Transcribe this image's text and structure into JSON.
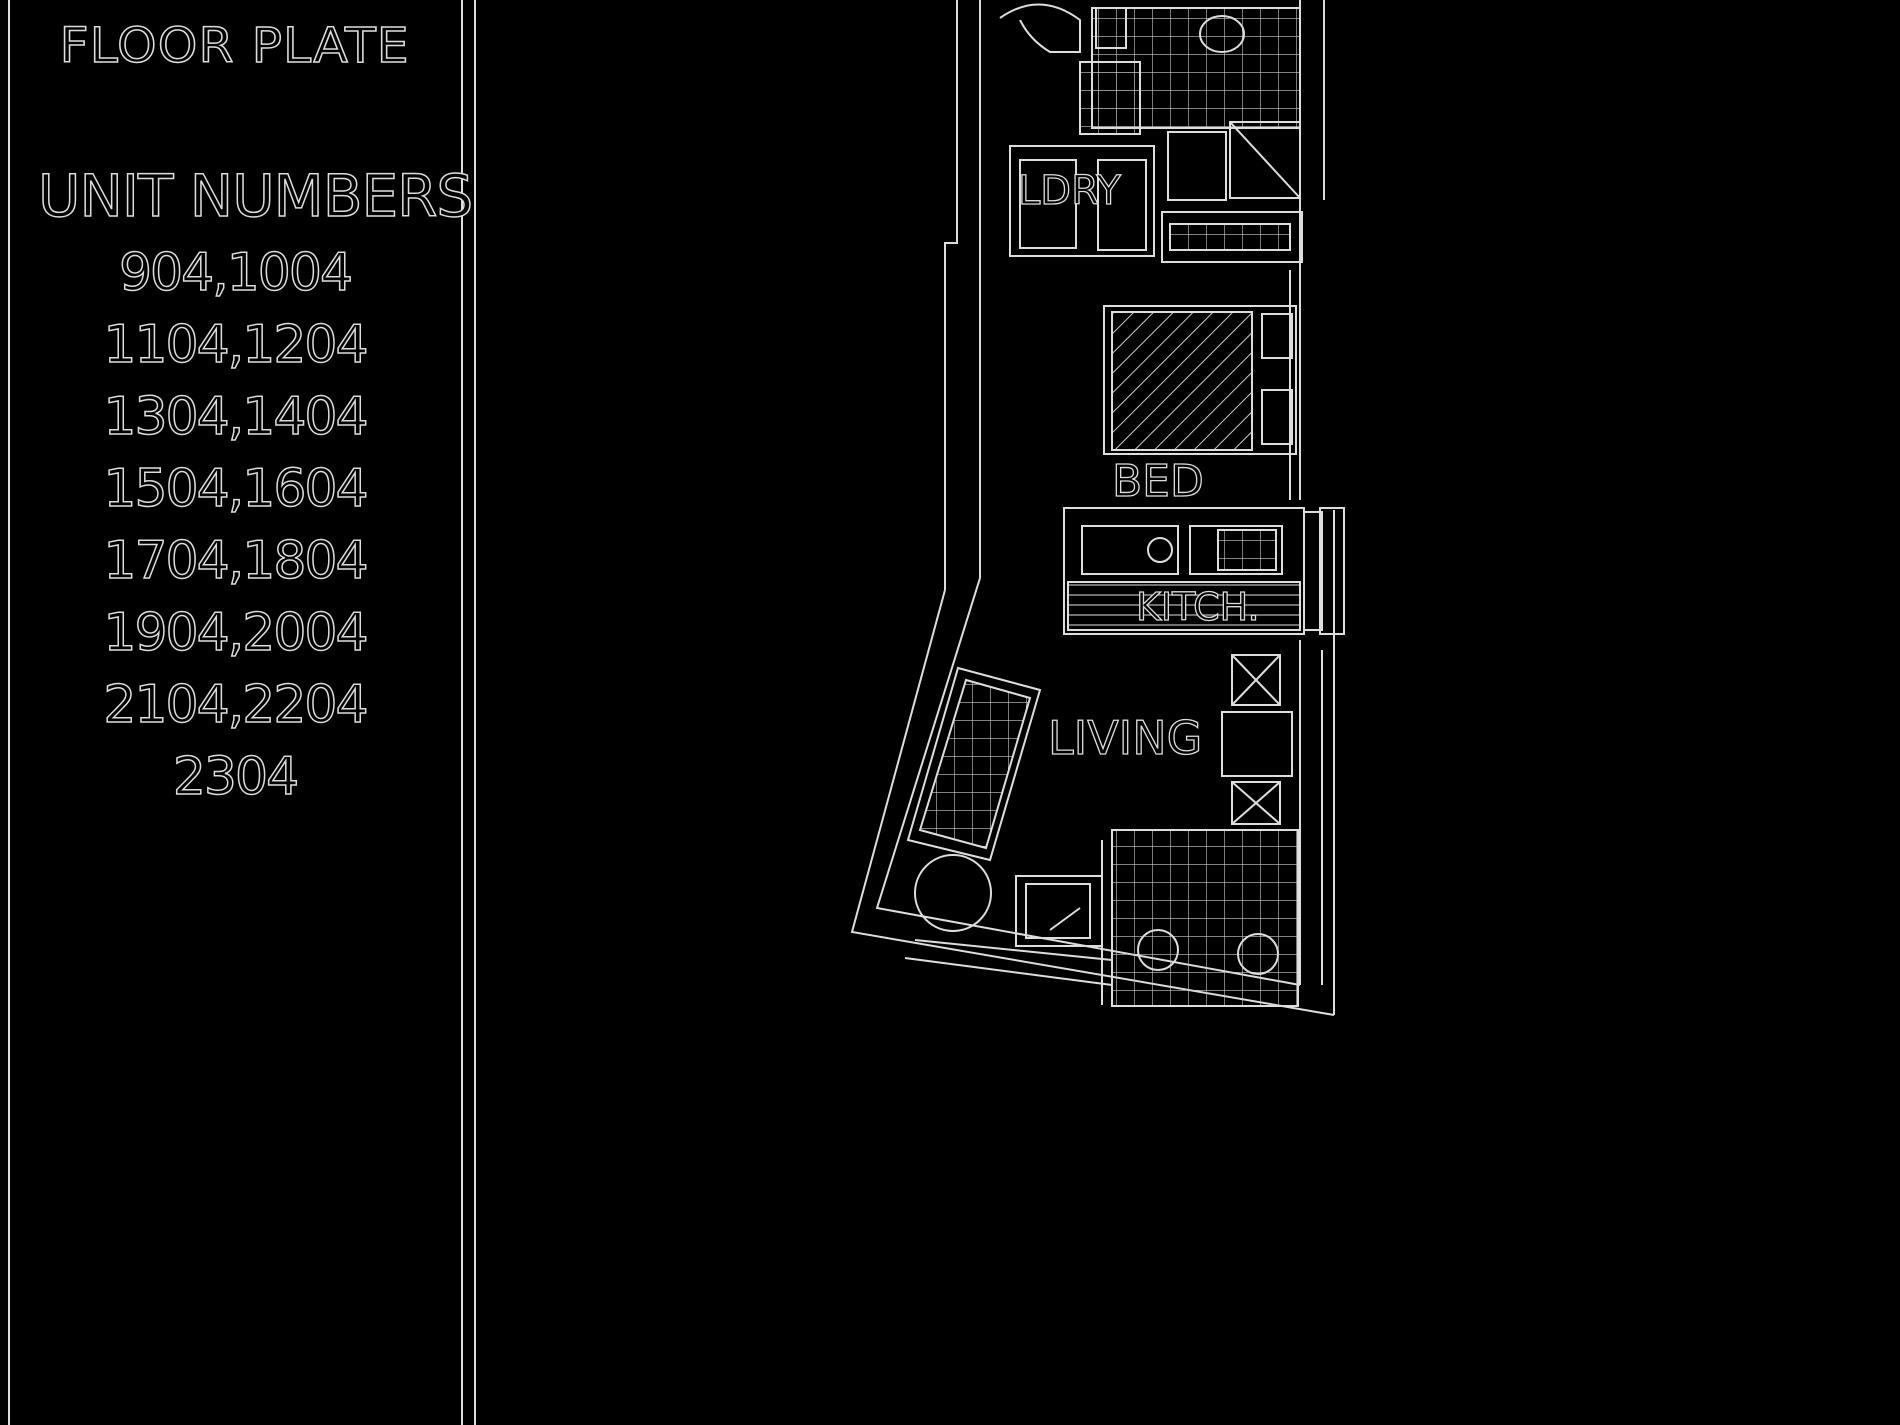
{
  "legend": {
    "heading": "FLOOR PLATE",
    "units_heading": "UNIT NUMBERS",
    "unit_lines": [
      "904,1004",
      "1104,1204",
      "1304,1404",
      "1504,1604",
      "1704,1804",
      "1904,2004",
      "2104,2204",
      "2304"
    ]
  },
  "rooms": {
    "laundry": "LDRY",
    "bedroom": "BED",
    "kitchen": "KITCH.",
    "living": "LIVING"
  }
}
